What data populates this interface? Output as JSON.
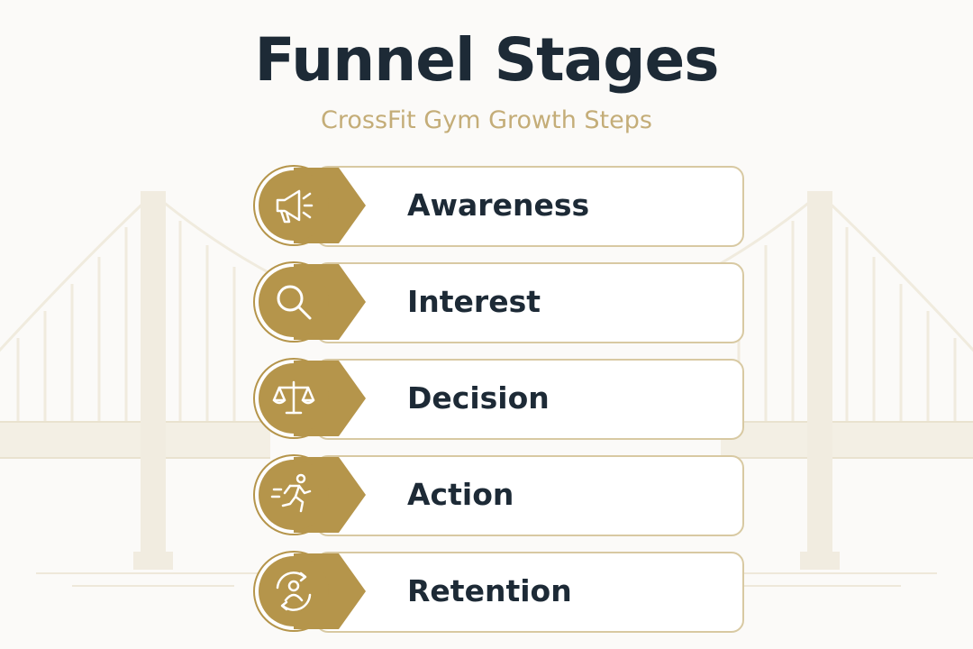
{
  "header": {
    "title": "Funnel Stages",
    "subtitle": "CrossFit Gym Growth Steps"
  },
  "stages": [
    {
      "label": "Awareness",
      "icon": "megaphone-icon"
    },
    {
      "label": "Interest",
      "icon": "magnifier-icon"
    },
    {
      "label": "Decision",
      "icon": "scales-icon"
    },
    {
      "label": "Action",
      "icon": "runner-icon"
    },
    {
      "label": "Retention",
      "icon": "person-cycle-icon"
    }
  ],
  "colors": {
    "gold": "#b5954b",
    "gold_light": "#d8c9a2",
    "dark_text": "#1d2a36",
    "subtitle": "#c4ad78",
    "background": "#fbfaf8"
  }
}
